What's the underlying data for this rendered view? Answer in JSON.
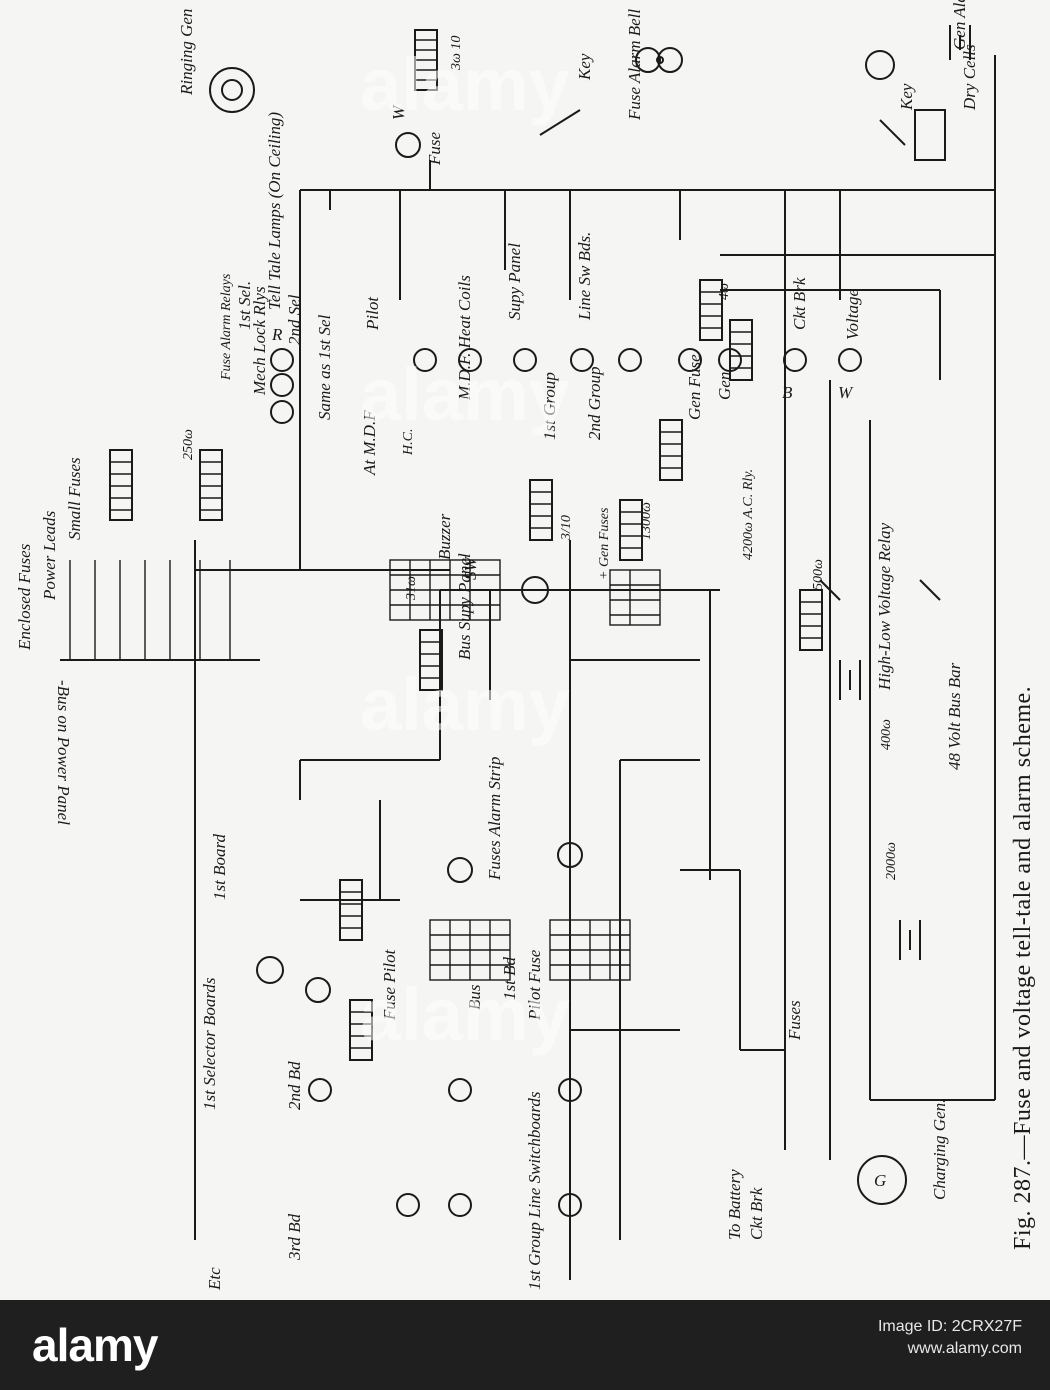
{
  "figure": {
    "caption": "Fig. 287.—Fuse and voltage tell-tale and alarm scheme.",
    "labels": {
      "ringing_gen": "Ringing Gen",
      "gen_alarm": "Gen Alarm",
      "dry_cells": "Dry Cells",
      "key_top": "Key",
      "key_right": "Key",
      "fuse_alarm_bell": "Fuse Alarm Bell",
      "fuse_top": "Fuse",
      "res_3_10": "3ω 10",
      "w_top": "W",
      "tell_tale_lamps": "Tell Tale Lamps (On Ceiling)",
      "fuse_alarm_relays": "Fuse Alarm Relays",
      "mech_lock_rlys": "Mech Lock Rlys",
      "first_sel": "1st Sel.",
      "second_sel": "2nd Sel",
      "same_as_first_sel": "Same as 1st Sel",
      "pilot": "Pilot",
      "at_mdf": "At M.D.F",
      "mdf_heat_coils": "M.D.F. Heat Coils",
      "hc": "H.C.",
      "supy_panel": "Supy Panel",
      "first_group": "1st Group",
      "second_group": "2nd Group",
      "line_sw_bds": "Line Sw Bds.",
      "gen_fuse": "Gen Fuse",
      "gen": "Gen",
      "ckt_brk": "Ckt Brk",
      "voltage": "Voltage",
      "r": "R",
      "b": "B",
      "w": "W",
      "res_4": "4ω",
      "res_500": "500ω",
      "res_1300": "1300ω",
      "res_4200": "4200ω A.C. Rly.",
      "gen_fuses": "+ Gen Fuses",
      "buzzer": "Buzzer",
      "sw": "SW",
      "res_31": "31ω",
      "res_3_10b": "3/10",
      "res_250": "250ω",
      "enclosed_fuses": "Enclosed Fuses",
      "power_leads": "Power Leads",
      "small_fuses": "Small Fuses",
      "bus_on_power_panel": "-Bus on Power Panel",
      "bus_supy_panel": "Bus Supy Panel",
      "high_low_relay": "High-Low Voltage Relay",
      "bus_bar_48v": "48 Volt Bus Bar",
      "res_400": "400ω",
      "res_2000": "2000ω",
      "first_board": "1st Board",
      "first_selector_boards": "1st Selector Boards",
      "third_bd": "3rd Bd",
      "second_bd": "2nd Bd",
      "first_bd": "1st Bd",
      "etc": "Etc",
      "fuse_pilot": "Fuse Pilot",
      "pilot_fuse": "Pilot Fuse",
      "bus": "Bus",
      "fuses_alarm_strip": "Fuses Alarm Strip",
      "first_group_line_sw": "1st Group Line Switchboards",
      "to_battery": "To Battery",
      "ckt_brk_batt": "Ckt Brk",
      "fuses": "Fuses",
      "charging_gen": "Charging Gen.",
      "g": "G"
    }
  },
  "watermark": "alamy",
  "footer": {
    "brand": "alamy",
    "image_id_label": "Image ID: 2CRX27F",
    "site": "www.alamy.com"
  }
}
